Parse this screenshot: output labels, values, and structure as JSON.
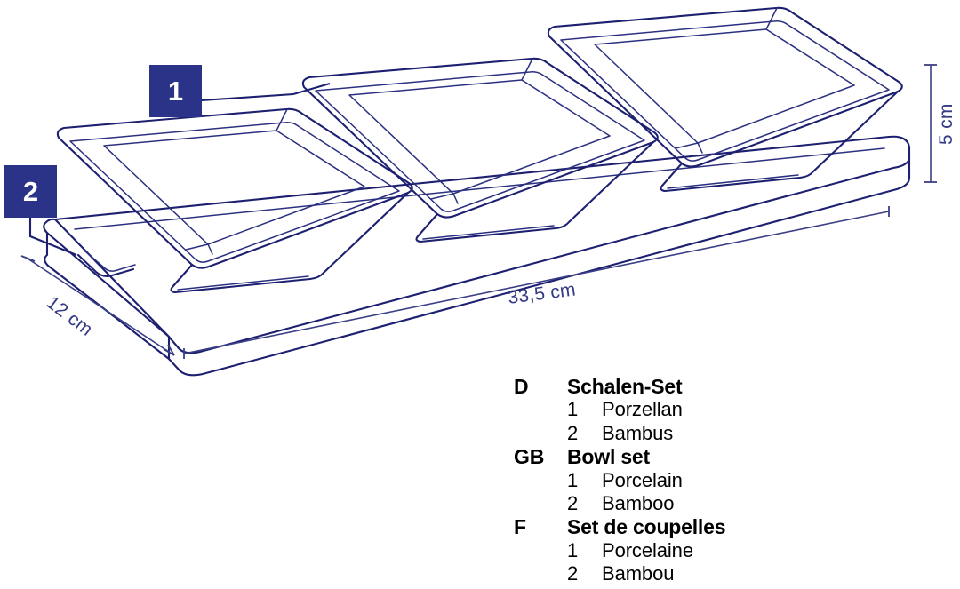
{
  "product": {
    "type": "technical-line-drawing",
    "view": "isometric",
    "description": "Bowl set: three square porcelain bowls on a rectangular bamboo tray"
  },
  "callouts": [
    {
      "id": "1",
      "number": "1",
      "refers_to": "porcelain-bowl"
    },
    {
      "id": "2",
      "number": "2",
      "refers_to": "bamboo-tray"
    }
  ],
  "dimensions": {
    "width": {
      "value": "33,5 cm",
      "axis": "length"
    },
    "depth": {
      "value": "12 cm",
      "axis": "depth"
    },
    "height": {
      "value": "5 cm",
      "axis": "height"
    }
  },
  "legend": [
    {
      "code": "D",
      "title": "Schalen-Set",
      "items": [
        {
          "index": "1",
          "material": "Porzellan"
        },
        {
          "index": "2",
          "material": "Bambus"
        }
      ]
    },
    {
      "code": "GB",
      "title": "Bowl set",
      "items": [
        {
          "index": "1",
          "material": "Porcelain"
        },
        {
          "index": "2",
          "material": "Bamboo"
        }
      ]
    },
    {
      "code": "F",
      "title": "Set de coupelles",
      "items": [
        {
          "index": "1",
          "material": "Porcelaine"
        },
        {
          "index": "2",
          "material": "Bambou"
        }
      ]
    }
  ],
  "colors": {
    "line": "#1d2070",
    "badge_background": "#2a3387",
    "badge_text": "#ffffff",
    "dimension_line": "#3a3f86",
    "dimension_text": "#343a84",
    "legend_text": "#000000",
    "page_background": "#ffffff"
  }
}
